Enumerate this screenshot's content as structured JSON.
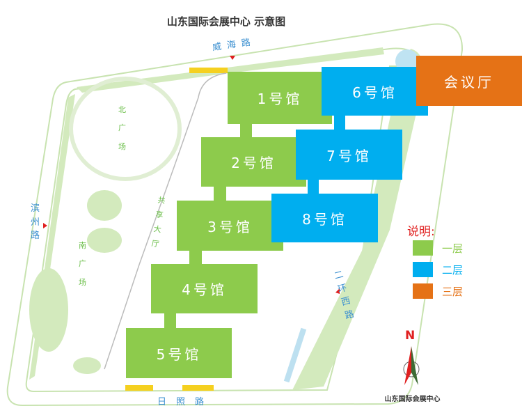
{
  "title": "山东国际会展中心 示意图",
  "roads": {
    "north": "威海路",
    "west": "滨州路",
    "south": "日照路",
    "east": "二环西路"
  },
  "areas": {
    "north_plaza": "北广场",
    "south_plaza": "南广场",
    "atrium": "共享大厅"
  },
  "halls": [
    {
      "label": "1号馆",
      "floor": "一层"
    },
    {
      "label": "2号馆",
      "floor": "一层"
    },
    {
      "label": "3号馆",
      "floor": "一层"
    },
    {
      "label": "4号馆",
      "floor": "一层"
    },
    {
      "label": "5号馆",
      "floor": "一层"
    },
    {
      "label": "6号馆",
      "floor": "二层"
    },
    {
      "label": "7号馆",
      "floor": "二层"
    },
    {
      "label": "8号馆",
      "floor": "二层"
    },
    {
      "label": "会议厅",
      "floor": "三层"
    }
  ],
  "legend": {
    "title": "说明:",
    "items": [
      {
        "label": "一层",
        "color": "#8DCB4C"
      },
      {
        "label": "二层",
        "color": "#00AEEF"
      },
      {
        "label": "三层",
        "color": "#E57216"
      }
    ]
  },
  "compass": {
    "north": "N",
    "icon": "north-arrow-icon"
  },
  "brand": "山东国际会展中心"
}
